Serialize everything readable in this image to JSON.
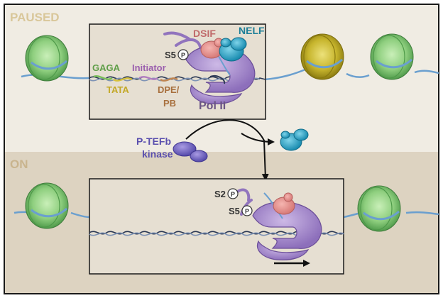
{
  "states": {
    "paused": "PAUSED",
    "on": "ON"
  },
  "labels": {
    "dsif": "DSIF",
    "nelf": "NELF",
    "s5": "S5",
    "s2": "S2",
    "p": "P",
    "gaga": "GAGA",
    "initiator": "Initiator",
    "tata": "TATA",
    "dpe": "DPE/",
    "pb": "PB",
    "pol2": "Pol II",
    "ptefb": "P-TEFb",
    "kinase": "kinase"
  },
  "colors": {
    "paused_bg": "#f0ece3",
    "on_bg": "#ddd3c1",
    "pol2": "#a98fcb",
    "pol2_dark": "#6b4e98",
    "dsif": "#e58f8f",
    "nelf": "#2fa8c7",
    "ptefb": "#7367c2",
    "nucleosome_green": "#8fcf7f",
    "nucleosome_yellow": "#c7b52d",
    "dna": "#6a9fcf"
  }
}
